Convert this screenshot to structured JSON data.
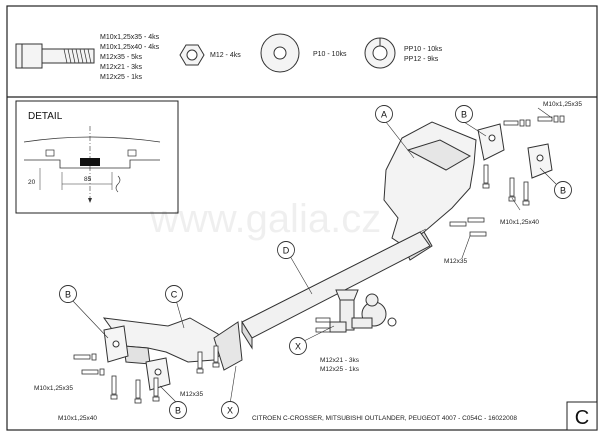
{
  "hardware": {
    "bolt_specs": [
      "M10x1,25x35 - 4ks",
      "M10x1,25x40 - 4ks",
      "M12x35 - 5ks",
      "M12x21 - 3ks",
      "M12x25 - 1ks"
    ],
    "nut_label": "M12 - 4ks",
    "washer_label": "P10 - 10ks",
    "spring_washer_labels": [
      "PP10 - 10ks",
      "PP12 - 9ks"
    ]
  },
  "detail": {
    "title": "DETAIL",
    "dim_height": "20",
    "dim_width": "85"
  },
  "callouts": {
    "A": "A",
    "B": "B",
    "C": "C",
    "D": "D",
    "X": "X"
  },
  "part_labels": {
    "top_right_bolts": "M10x1,25x35",
    "right_bolts": "M10x1,25x40",
    "center_bolts": "M12x35",
    "ball_bolts": [
      "M12x21 - 3ks",
      "M12x25 - 1ks"
    ],
    "left_bolts_top": "M10x1,25x35",
    "left_bolts_bottom": "M10x1,25x40",
    "left_center_bolts": "M12x35"
  },
  "watermark": "www.galia.cz",
  "footer": {
    "text": "CITROEN C-CROSSER, MITSUBISHI OUTLANDER, PEUGEOT 4007 - C054C - 16022008",
    "sheet_letter": "C"
  }
}
